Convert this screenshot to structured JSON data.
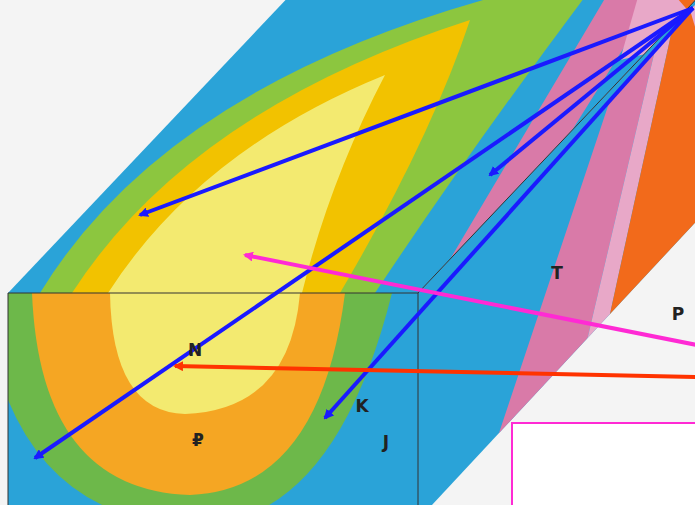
{
  "diagram": {
    "labels": [
      "T",
      "P",
      "N",
      "₽",
      "K",
      "J"
    ]
  }
}
